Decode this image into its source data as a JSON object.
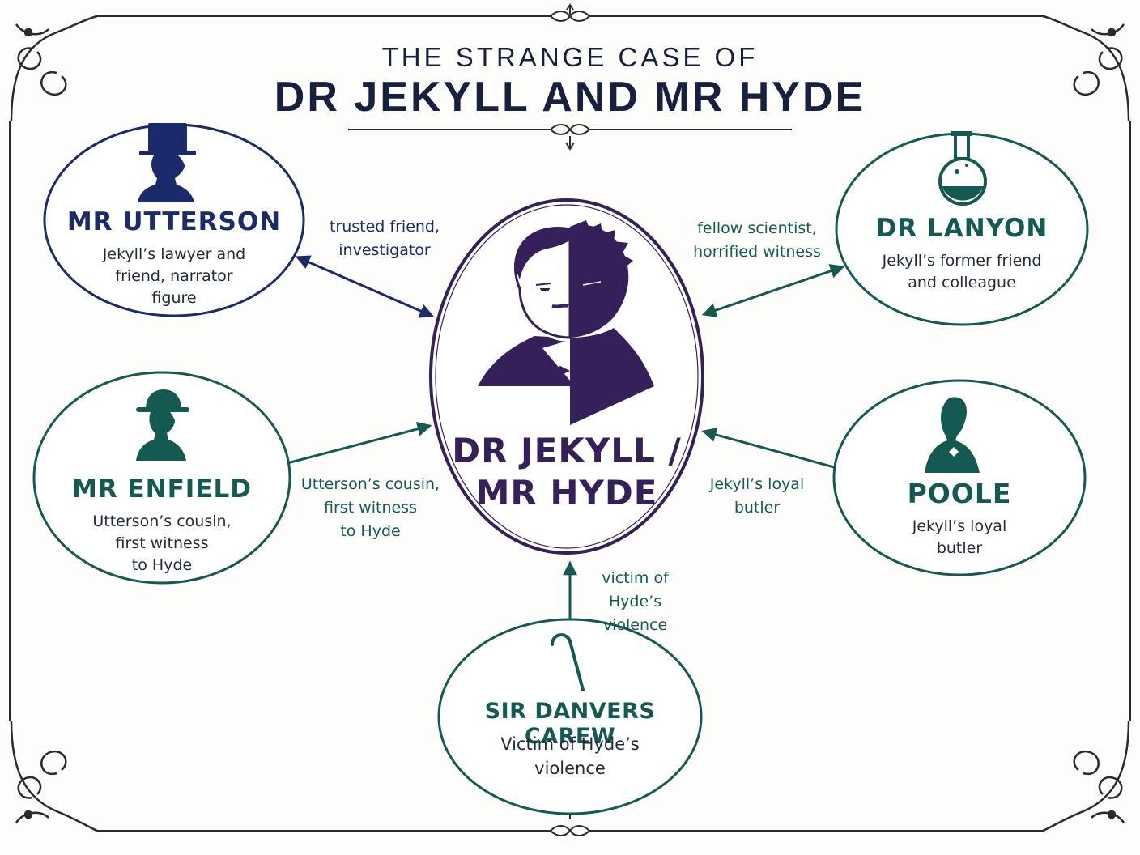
{
  "title": {
    "line1": "THE STRANGE CASE OF",
    "line2": "DR JEKYLL AND MR HYDE"
  },
  "colors": {
    "navy": "#1b2a6b",
    "teal": "#155a52",
    "purple": "#35205a",
    "ornament": "#2a2a2a"
  },
  "center": {
    "name_line1": "DR JEKYLL /",
    "name_line2": "MR HYDE",
    "icon": "split-face-portrait-icon"
  },
  "nodes": {
    "utterson": {
      "name": "MR UTTERSON",
      "desc_lines": [
        "Jekyll’s lawyer and",
        "friend, narrator",
        "figure"
      ],
      "icon": "top-hat-silhouette-icon"
    },
    "lanyon": {
      "name": "DR LANYON",
      "desc_lines": [
        "Jekyll’s former friend",
        "and colleague"
      ],
      "icon": "flask-icon"
    },
    "enfield": {
      "name": "MR ENFIELD",
      "desc_lines": [
        "Utterson’s cousin,",
        "first witness",
        "to Hyde"
      ],
      "icon": "bowler-hat-silhouette-icon"
    },
    "poole": {
      "name": "POOLE",
      "desc_lines": [
        "Jekyll’s loyal",
        "butler"
      ],
      "icon": "butler-silhouette-icon"
    },
    "carew": {
      "name": "SIR DANVERS CAREW",
      "desc_lines": [
        "Victim of Hyde’s",
        "violence"
      ],
      "icon": "cane-icon"
    }
  },
  "edges": {
    "utterson": [
      "trusted friend,",
      "investigator"
    ],
    "lanyon": [
      "fellow scientist,",
      "horrified witness"
    ],
    "enfield": [
      "Utterson’s cousin,",
      "first witness",
      "to Hyde"
    ],
    "poole": [
      "Jekyll’s loyal",
      "butler"
    ],
    "carew": [
      "victim of",
      "Hyde’s violence"
    ]
  }
}
